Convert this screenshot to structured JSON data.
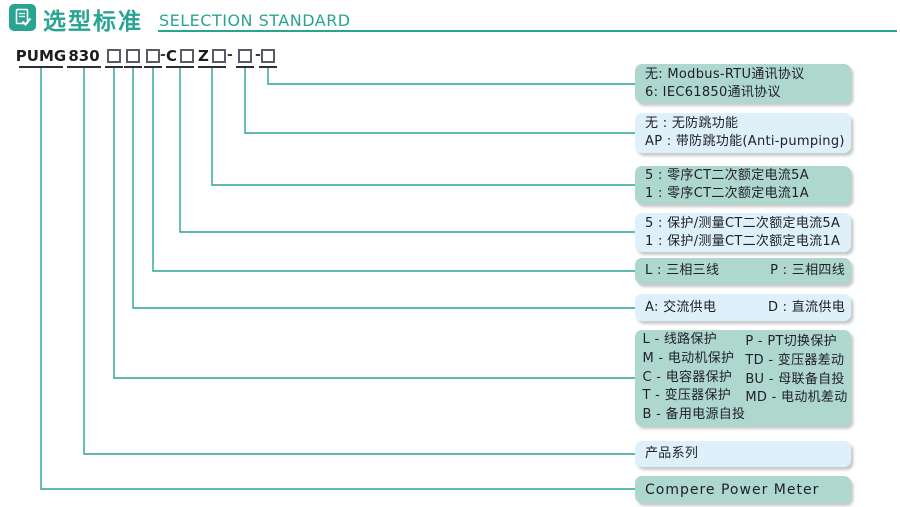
{
  "colors": {
    "accent": "#2aa492",
    "box_teal": "#aed8ce",
    "box_blue": "#def0fa",
    "code_text": "#1d1d1d"
  },
  "header": {
    "title_zh": "选型标准",
    "title_en": "SELECTION STANDARD",
    "icon": "document-check-icon"
  },
  "model_code": {
    "groups": [
      {
        "label": "PUMG",
        "slots": 0
      },
      {
        "label": "830",
        "slots": 0
      },
      {
        "label": "",
        "slots": 1
      },
      {
        "label": "",
        "slots": 1
      },
      {
        "label": "",
        "slots": 1
      },
      {
        "label": "C",
        "slots": 1
      },
      {
        "label": "Z",
        "slots": 1
      },
      {
        "label": "",
        "slots": 1
      },
      {
        "label": "",
        "slots": 1
      }
    ],
    "separator": "-"
  },
  "boxes": [
    {
      "id": "protocol",
      "style": "teal",
      "lines": [
        "无: Modbus-RTU通讯协议",
        "6: IEC61850通讯协议"
      ]
    },
    {
      "id": "anti-pumping",
      "style": "blue",
      "lines": [
        "无 : 无防跳功能",
        "AP : 带防跳功能(Anti-pumping)"
      ]
    },
    {
      "id": "zero-seq-ct",
      "style": "teal",
      "lines": [
        "5 : 零序CT二次额定电流5A",
        "1 : 零序CT二次额定电流1A"
      ]
    },
    {
      "id": "prot-meas-ct",
      "style": "blue",
      "lines": [
        "5 : 保护/测量CT二次额定电流5A",
        "1 : 保护/测量CT二次额定电流1A"
      ]
    },
    {
      "id": "wiring-mode",
      "style": "teal",
      "columns": [
        [
          "L : 三相三线"
        ],
        [
          "P : 三相四线"
        ]
      ]
    },
    {
      "id": "power-supply",
      "style": "blue",
      "columns": [
        [
          "A: 交流供电"
        ],
        [
          "D : 直流供电"
        ]
      ]
    },
    {
      "id": "protection-type",
      "style": "teal",
      "columns": [
        [
          "L - 线路保护",
          "M - 电动机保护",
          "C - 电容器保护",
          "T - 变压器保护",
          "B - 备用电源自投"
        ],
        [
          "P - PT切换保护",
          "TD - 变压器差动",
          "BU - 母联备自投",
          "MD - 电动机差动"
        ]
      ]
    },
    {
      "id": "product-series",
      "style": "blue",
      "lines": [
        "产品系列"
      ]
    },
    {
      "id": "brand",
      "style": "teal",
      "lines": [
        "Compere Power Meter"
      ]
    }
  ]
}
